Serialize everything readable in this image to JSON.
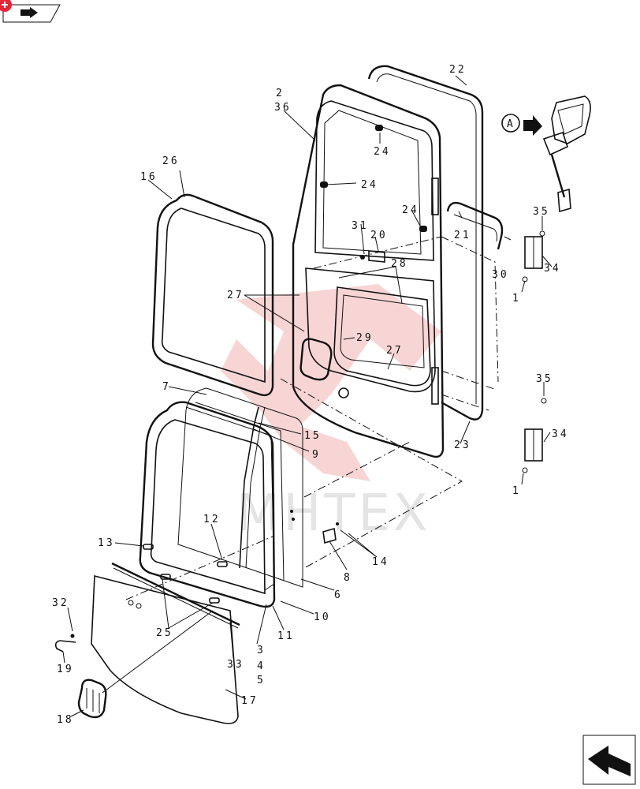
{
  "colors": {
    "accent": "#e8253a",
    "watermark": "#f3b3b3",
    "ink": "#111111"
  },
  "watermark": {
    "text": "MHTEX"
  },
  "detail_marker": {
    "letter": "A"
  },
  "labels": [
    {
      "id": "l-22",
      "text": "22"
    },
    {
      "id": "l-2",
      "text": "2"
    },
    {
      "id": "l-36",
      "text": "36"
    },
    {
      "id": "l-24a",
      "text": "24"
    },
    {
      "id": "l-24b",
      "text": "24"
    },
    {
      "id": "l-24c",
      "text": "24"
    },
    {
      "id": "l-26",
      "text": "26"
    },
    {
      "id": "l-16",
      "text": "16"
    },
    {
      "id": "l-31",
      "text": "31"
    },
    {
      "id": "l-20",
      "text": "20"
    },
    {
      "id": "l-28",
      "text": "28"
    },
    {
      "id": "l-21",
      "text": "21"
    },
    {
      "id": "l-35a",
      "text": "35"
    },
    {
      "id": "l-30",
      "text": "30"
    },
    {
      "id": "l-34a",
      "text": "34"
    },
    {
      "id": "l-1a",
      "text": "1"
    },
    {
      "id": "l-27a",
      "text": "27"
    },
    {
      "id": "l-29",
      "text": "29"
    },
    {
      "id": "l-27b",
      "text": "27"
    },
    {
      "id": "l-35b",
      "text": "35"
    },
    {
      "id": "l-7",
      "text": "7"
    },
    {
      "id": "l-15",
      "text": "15"
    },
    {
      "id": "l-9",
      "text": "9"
    },
    {
      "id": "l-23",
      "text": "23"
    },
    {
      "id": "l-34b",
      "text": "34"
    },
    {
      "id": "l-1b",
      "text": "1"
    },
    {
      "id": "l-12",
      "text": "12"
    },
    {
      "id": "l-13",
      "text": "13"
    },
    {
      "id": "l-8",
      "text": "8"
    },
    {
      "id": "l-14",
      "text": "14"
    },
    {
      "id": "l-6",
      "text": "6"
    },
    {
      "id": "l-10",
      "text": "10"
    },
    {
      "id": "l-32",
      "text": "32"
    },
    {
      "id": "l-25",
      "text": "25"
    },
    {
      "id": "l-11",
      "text": "11"
    },
    {
      "id": "l-3",
      "text": "3"
    },
    {
      "id": "l-4",
      "text": "4"
    },
    {
      "id": "l-5",
      "text": "5"
    },
    {
      "id": "l-33",
      "text": "33"
    },
    {
      "id": "l-19",
      "text": "19"
    },
    {
      "id": "l-17",
      "text": "17"
    },
    {
      "id": "l-18",
      "text": "18"
    }
  ]
}
